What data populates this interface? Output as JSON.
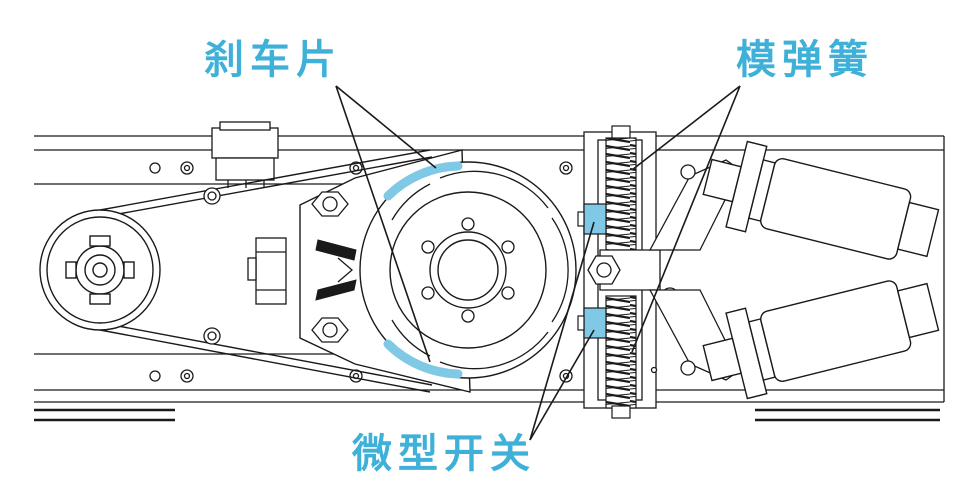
{
  "labels": {
    "brake_pad": "刹车片",
    "die_spring": "模弹簧",
    "micro_switch": "微型开关"
  },
  "colors": {
    "label_blue": "#3fb0d8",
    "highlight_blue": "#7fc8e6",
    "line": "#1a1a1a"
  }
}
